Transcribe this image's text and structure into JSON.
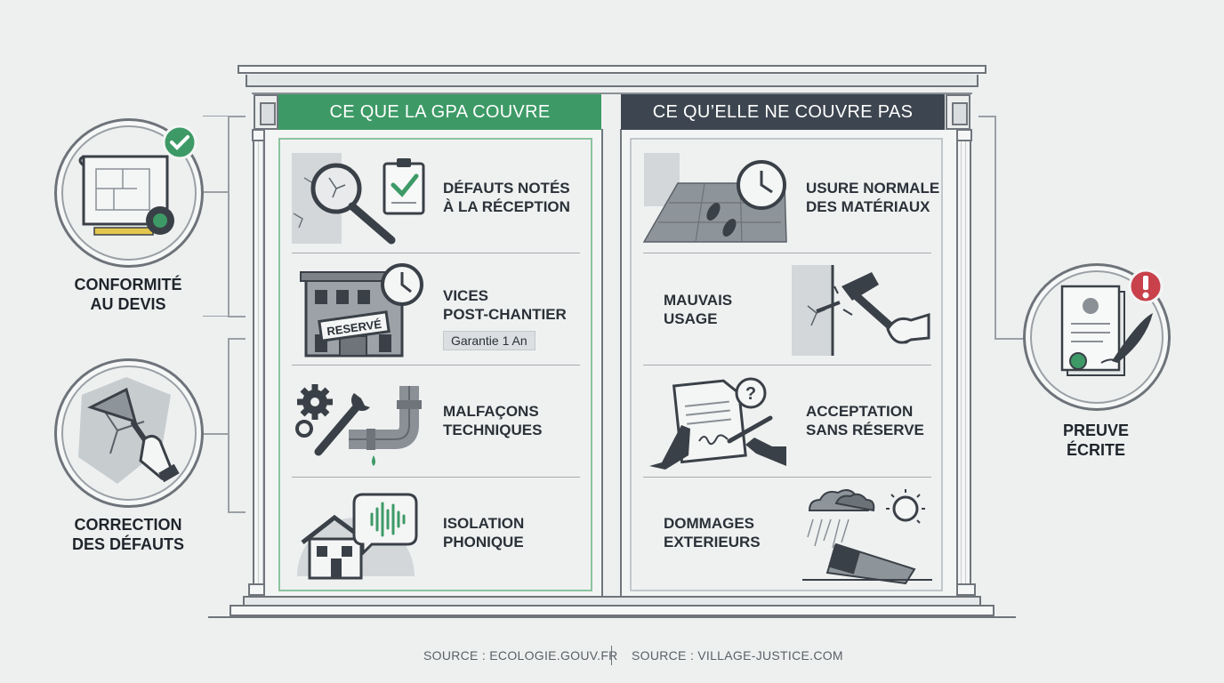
{
  "covers": {
    "header": "CE QUE LA GPA COUVRE",
    "items": [
      {
        "title_line1": "DÉFAUTS NOTÉS",
        "title_line2": "À LA RÉCEPTION",
        "icon": "magnifier-crack-checklist-icon"
      },
      {
        "title_line1": "VICES",
        "title_line2": "POST-CHANTIER",
        "sign_label": "RESERVÉ",
        "tag": "Garantie 1 An",
        "icon": "building-clock-icon"
      },
      {
        "title_line1": "MALFAÇONS",
        "title_line2": "TECHNIQUES",
        "icon": "gear-wrench-pipe-icon"
      },
      {
        "title_line1": "ISOLATION",
        "title_line2": "PHONIQUE",
        "icon": "house-soundwave-icon"
      }
    ]
  },
  "excludes": {
    "header": "CE QU’ELLE NE COUVRE PAS",
    "items": [
      {
        "title_line1": "USURE NORMALE",
        "title_line2": "DES MATÉRIAUX",
        "icon": "worn-floor-clock-icon"
      },
      {
        "title_line1": "MAUVAIS",
        "title_line2": "USAGE",
        "icon": "hammer-nail-icon"
      },
      {
        "title_line1": "ACCEPTATION",
        "title_line2": "SANS RÉSERVE",
        "icon": "signing-document-question-icon"
      },
      {
        "title_line1": "DOMMAGES",
        "title_line2": "EXTERIEURS",
        "icon": "storm-sun-debris-icon"
      }
    ]
  },
  "side": {
    "conformite": {
      "line1": "CONFORMITÉ",
      "line2": "AU DEVIS",
      "icon": "blueprint-tape-check-icon"
    },
    "correction": {
      "line1": "CORRECTION",
      "line2": "DES DÉFAUTS",
      "icon": "trowel-repair-icon"
    },
    "preuve": {
      "line1": "PREUVE",
      "line2": "ÉCRITE",
      "icon": "certificate-quill-alert-icon"
    }
  },
  "sources": {
    "left": "SOURCE : ECOLOGIE.GOUV.FR",
    "right": "SOURCE : VILLAGE-JUSTICE.COM"
  },
  "colors": {
    "green": "#3d9a66",
    "dark": "#3d4650",
    "alert_red": "#c8414b"
  }
}
